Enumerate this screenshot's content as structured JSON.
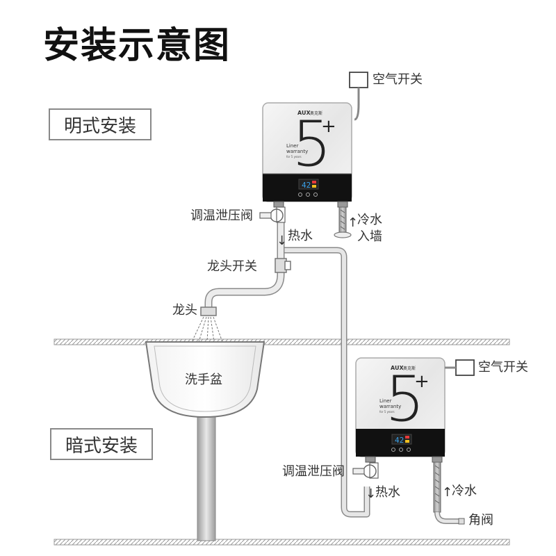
{
  "title": "安装示意图",
  "sections": {
    "exposed": "明式安装",
    "concealed": "暗式安装"
  },
  "labels": {
    "air_switch": "空气开关",
    "relief_valve": "调温泄压阀",
    "hot_water": "热水",
    "cold_water": "冷水",
    "cold_water_into_wall_line1": "冷水",
    "cold_water_into_wall_line2": "入墙",
    "faucet_switch": "龙头开关",
    "faucet": "龙头",
    "basin": "洗手盆",
    "angle_valve": "角阀"
  },
  "heater": {
    "brand": "AUX",
    "brand_cn": "奥克斯",
    "big_numeral": "5",
    "plus": "+",
    "text_line1": "Liner",
    "text_line2": "warranty",
    "text_line3": "for 5 years",
    "display_value": "42",
    "arrow_up": "↑",
    "arrow_down": "↓"
  },
  "colors": {
    "pipe": "#bdbdbd",
    "pipe_edge": "#8a8a8a",
    "heater_panel": "#111111",
    "lcd_blue": "#3aa0e8",
    "lcd_red": "#e83a3a",
    "lcd_yellow": "#f0c020"
  }
}
